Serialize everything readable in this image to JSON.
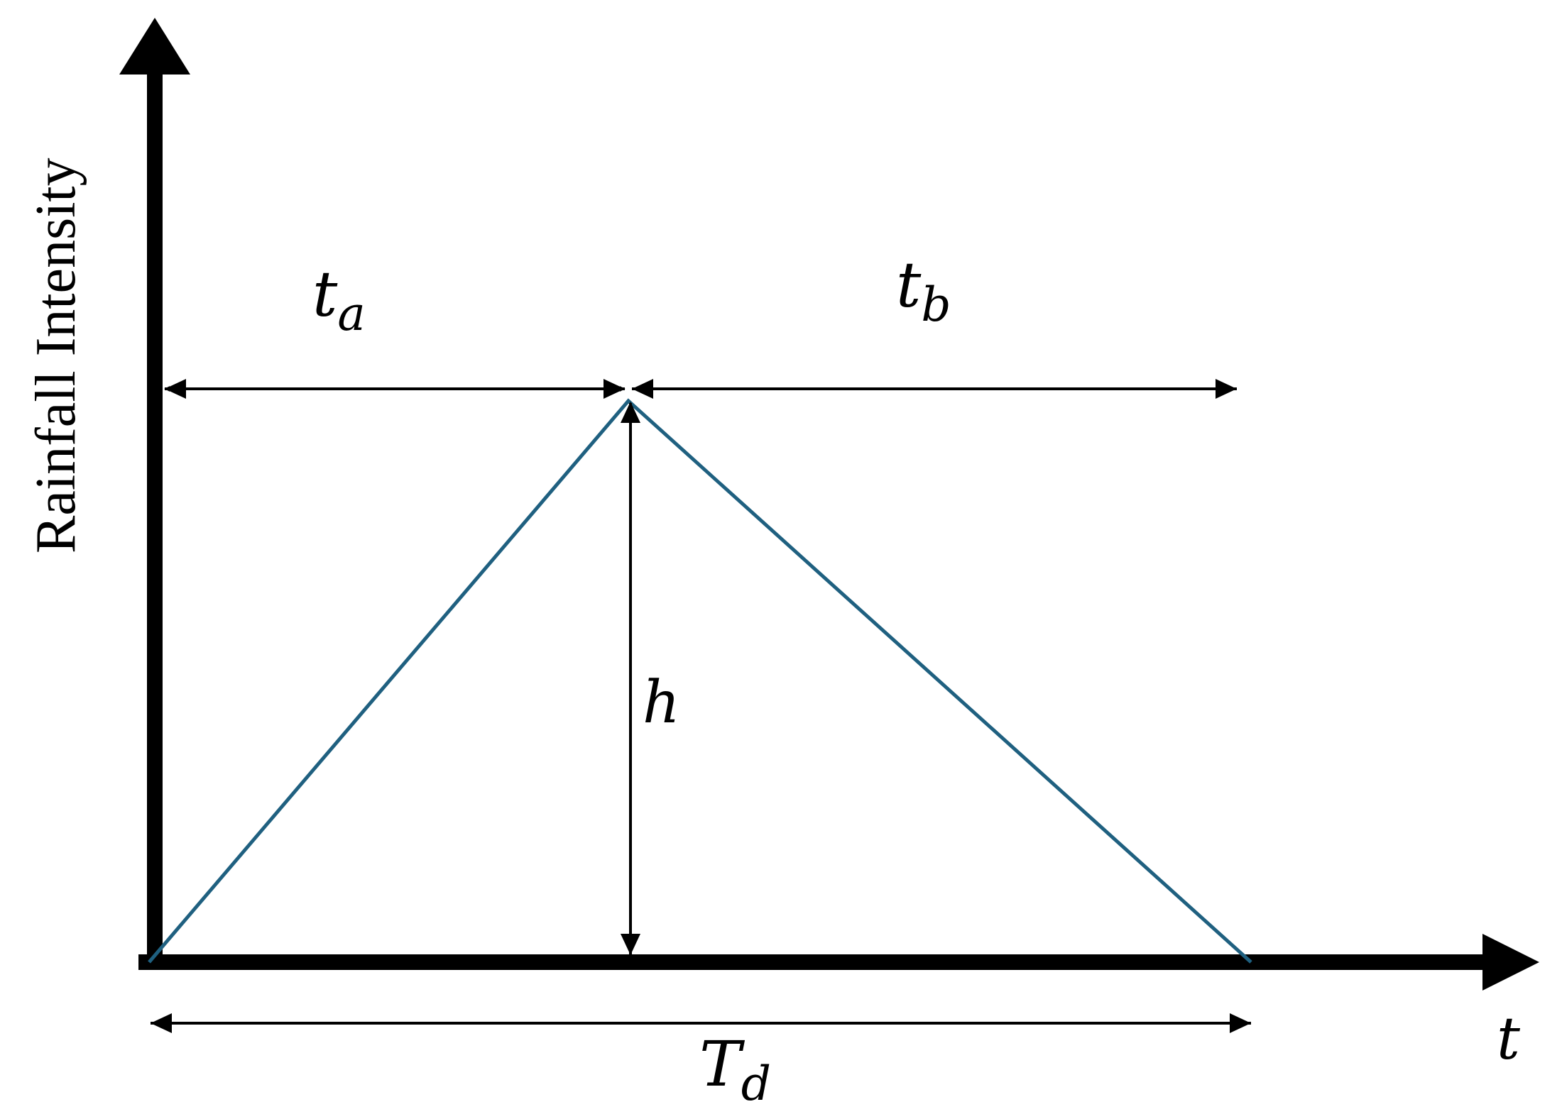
{
  "axes": {
    "y_label": "Rainfall Intensity",
    "x_label": "t"
  },
  "labels": {
    "ta_base": "t",
    "ta_sub": "a",
    "tb_base": "t",
    "tb_sub": "b",
    "h": "h",
    "td_base": "T",
    "td_sub": "d"
  },
  "colors": {
    "axis": "#000000",
    "hyetograph": "#1f6080",
    "dimension": "#000000"
  }
}
